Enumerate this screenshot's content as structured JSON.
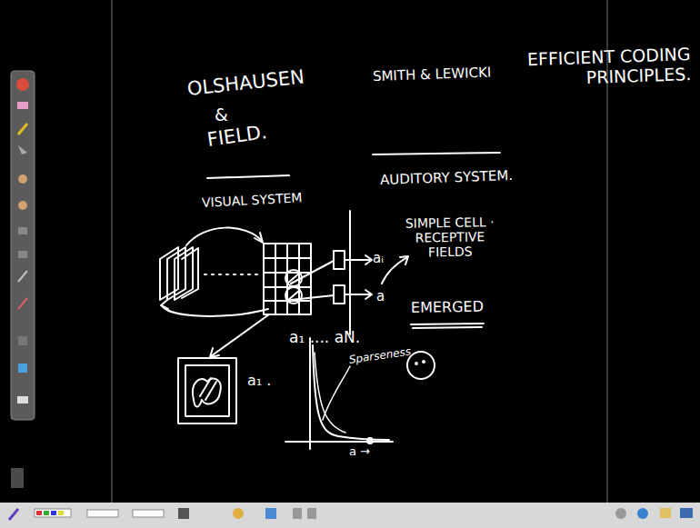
{
  "diagram": {
    "title": "EFFICIENT CODING PRINCIPLES.",
    "labels": [
      "OLSHAUSEN",
      "&",
      "FIELD.",
      "SMITH & LEWICKI",
      "VISUAL SYSTEM",
      "AUDITORY SYSTEM.",
      "SIMPLE CELL · RECEPTIVE FIELDS",
      "EMERGED",
      "aᵢ",
      "a",
      "a₁ .... aN.",
      "a₁ .",
      "Sparseness",
      "a →"
    ]
  }
}
